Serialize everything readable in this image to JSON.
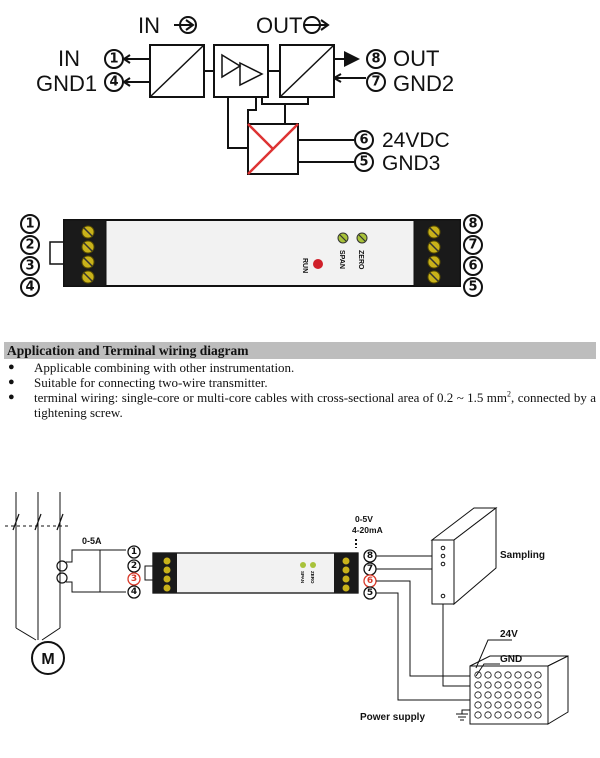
{
  "block_diagram": {
    "in_header": "IN",
    "out_header": "OUT",
    "left_labels": [
      "IN",
      "GND1"
    ],
    "right_labels": [
      "OUT",
      "GND2"
    ],
    "power_labels": [
      "24VDC",
      "GND3"
    ],
    "terminals": {
      "t1": "1",
      "t2": "2",
      "t3": "3",
      "t4": "4",
      "t5": "5",
      "t6": "6",
      "t7": "7",
      "t8": "8"
    }
  },
  "module": {
    "run_label": "RUN",
    "span_label": "SPAN",
    "zero_label": "ZERO"
  },
  "section": {
    "title": "Application and Terminal wiring diagram",
    "bullets": [
      "Applicable combining with other instrumentation.",
      "Suitable for connecting two-wire transmitter."
    ],
    "wiring_text_before": "terminal wiring: single-core or multi-core cables with cross-sectional area of 0.2 ~ 1.5 mm",
    "wiring_sup": "2",
    "wiring_text_after": ", connected by a tightening screw."
  },
  "application": {
    "current_label": "0-5A",
    "motor_label": "M",
    "output_range_1": "0-5V",
    "output_range_2": "4-20mA",
    "sampling_label": "Sampling",
    "supply_v_label": "24V",
    "supply_gnd_label": "GND",
    "power_supply_label": "Power supply",
    "module_span": "SPAN",
    "module_zero": "ZERO"
  },
  "colors": {
    "highlight_terminal": "#d83a2a",
    "run_led": "#d0202a",
    "section_bar": "#bdbdbd",
    "screw": "#c9b21a",
    "module_body": "#f2f2f2"
  }
}
